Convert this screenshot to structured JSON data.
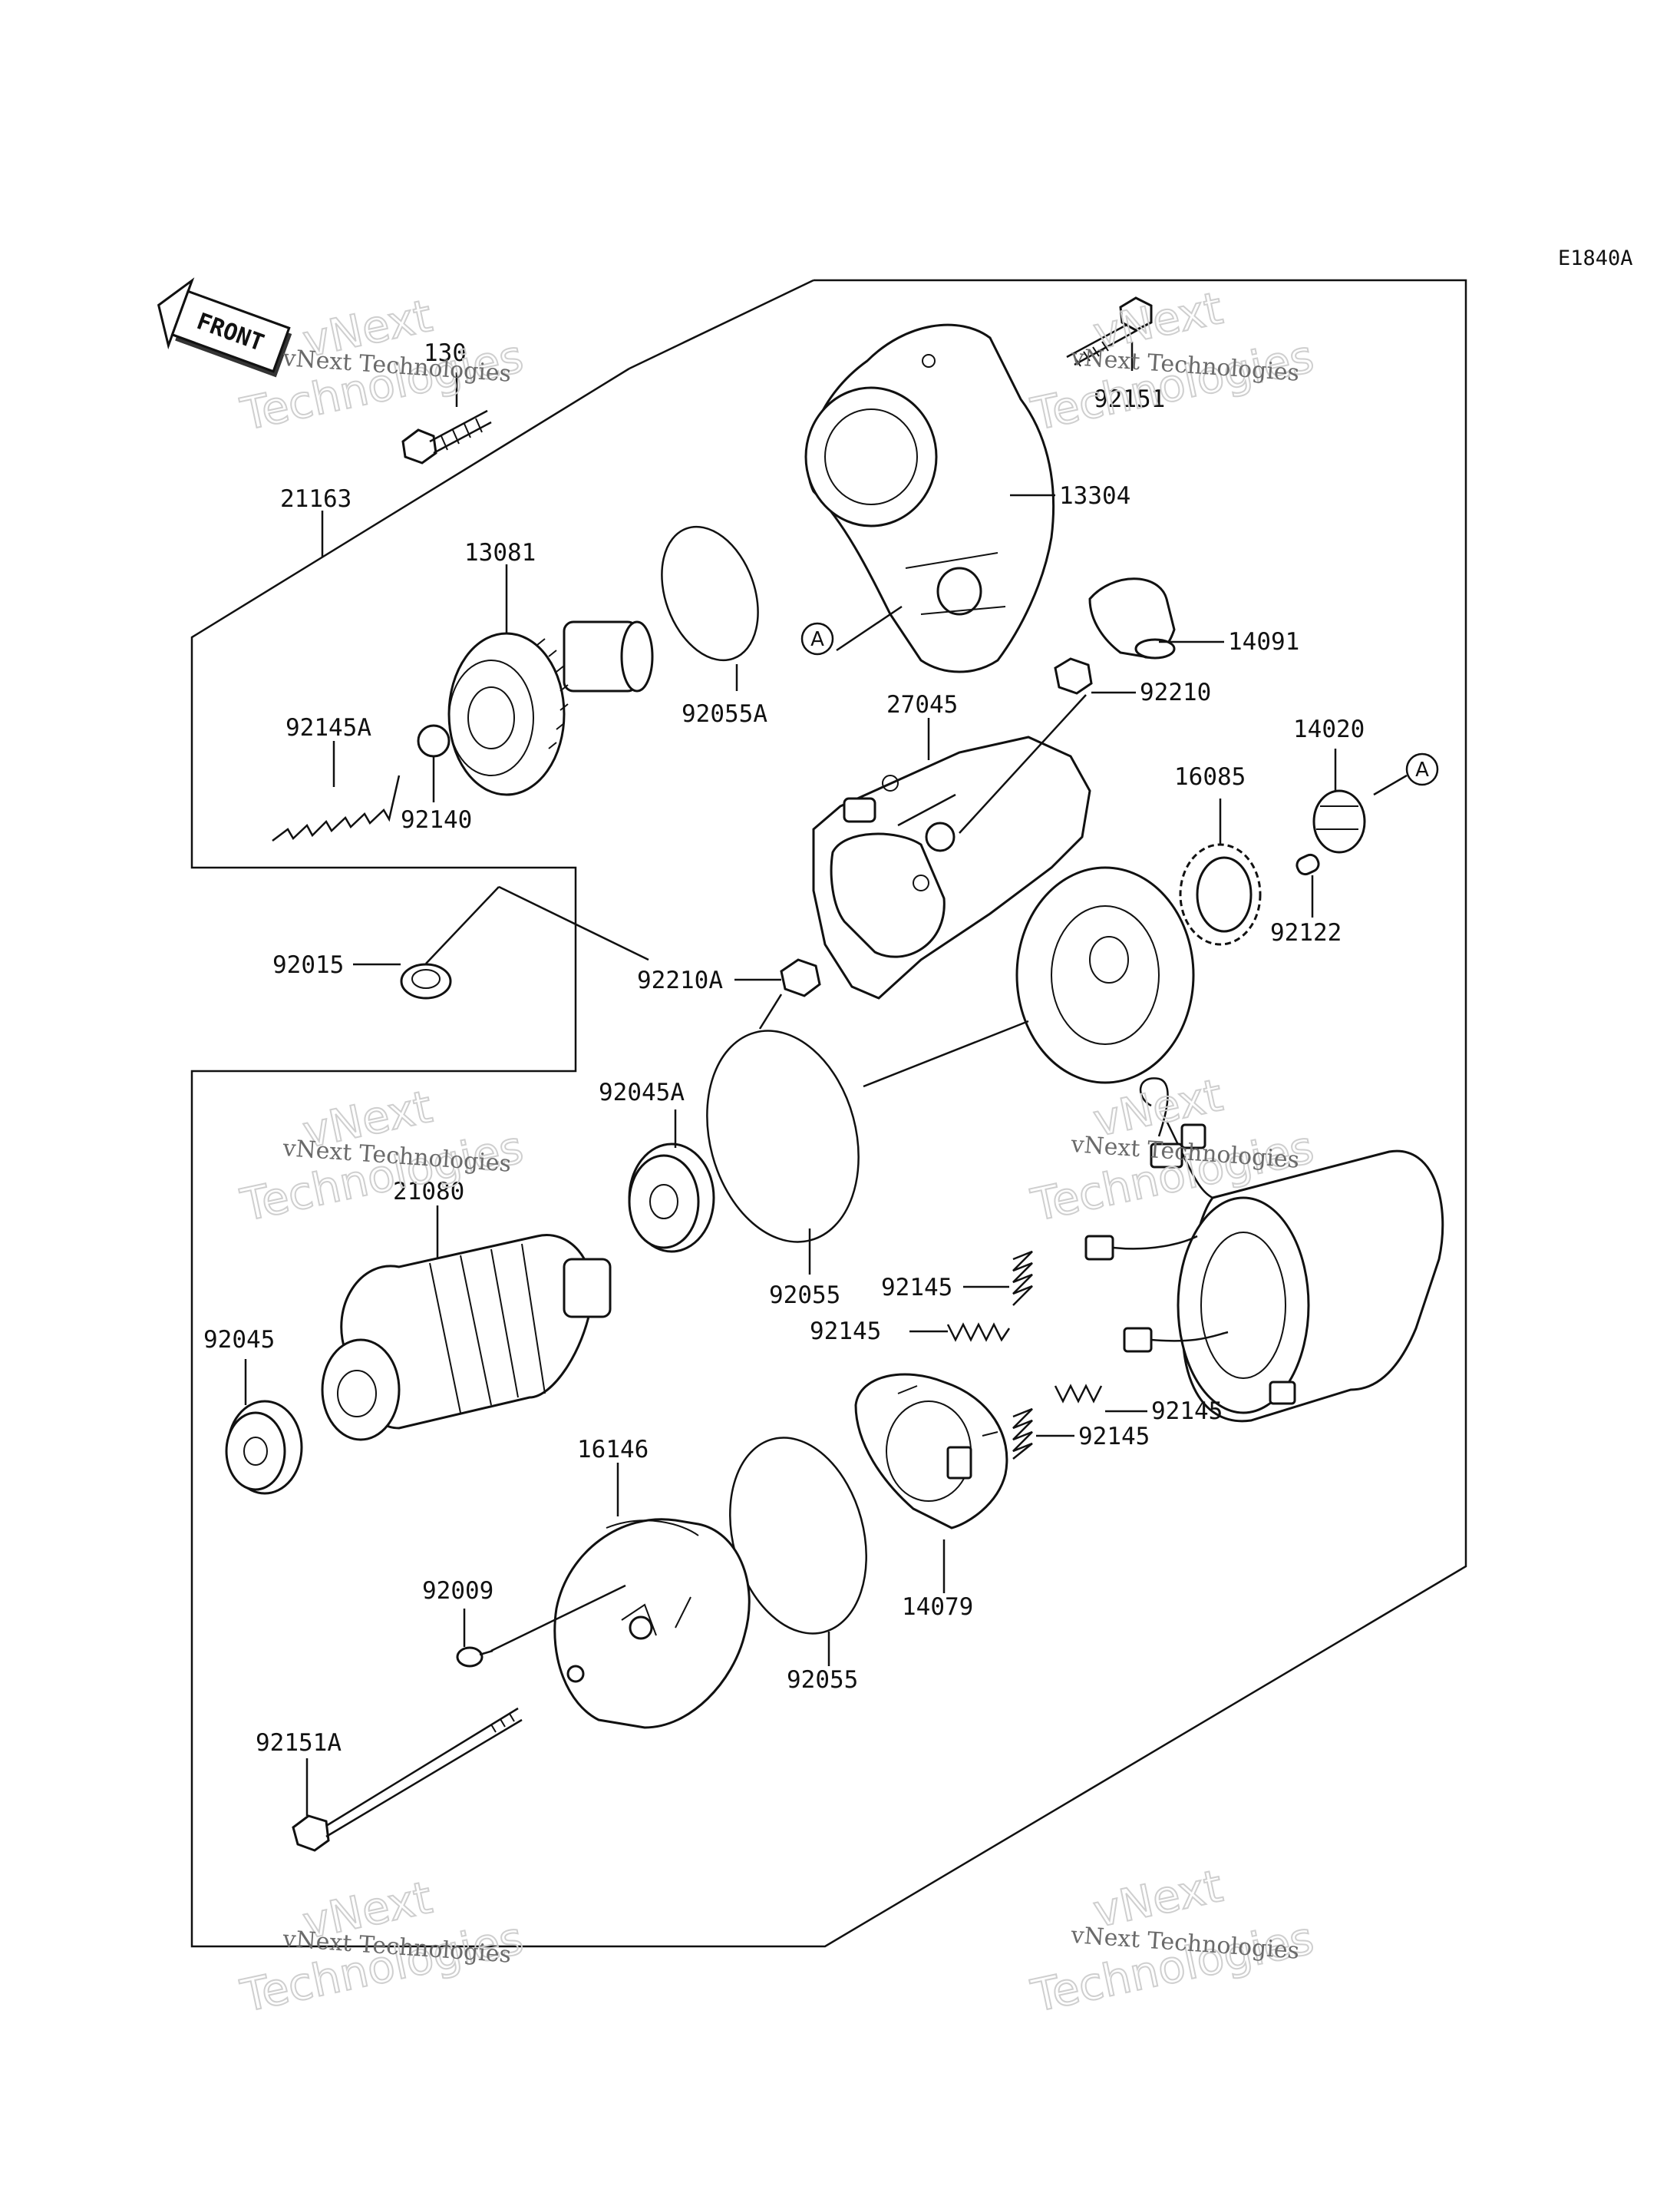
{
  "diagram_code": "E1840A",
  "front_label": "FRONT",
  "ref_letter": "A",
  "watermark": {
    "company": "vNext Technologies",
    "big1": "vNext",
    "big2": "Technologies"
  },
  "parts": {
    "p130": "130",
    "p92151": "92151",
    "p13304": "13304",
    "p21163": "21163",
    "p13081": "13081",
    "p92055A": "92055A",
    "p14091": "14091",
    "p92210": "92210",
    "p27045": "27045",
    "p14020": "14020",
    "p92145A": "92145A",
    "p92140": "92140",
    "p16085": "16085",
    "p92122": "92122",
    "p92015": "92015",
    "p92210A": "92210A",
    "p92045A": "92045A",
    "p21080": "21080",
    "p92055_1": "92055",
    "p92145_1": "92145",
    "p92145_2": "92145",
    "p92045": "92045",
    "p92145_3": "92145",
    "p92145_4": "92145",
    "p16146": "16146",
    "p92009": "92009",
    "p14079": "14079",
    "p92055_2": "92055",
    "p92151A": "92151A"
  }
}
